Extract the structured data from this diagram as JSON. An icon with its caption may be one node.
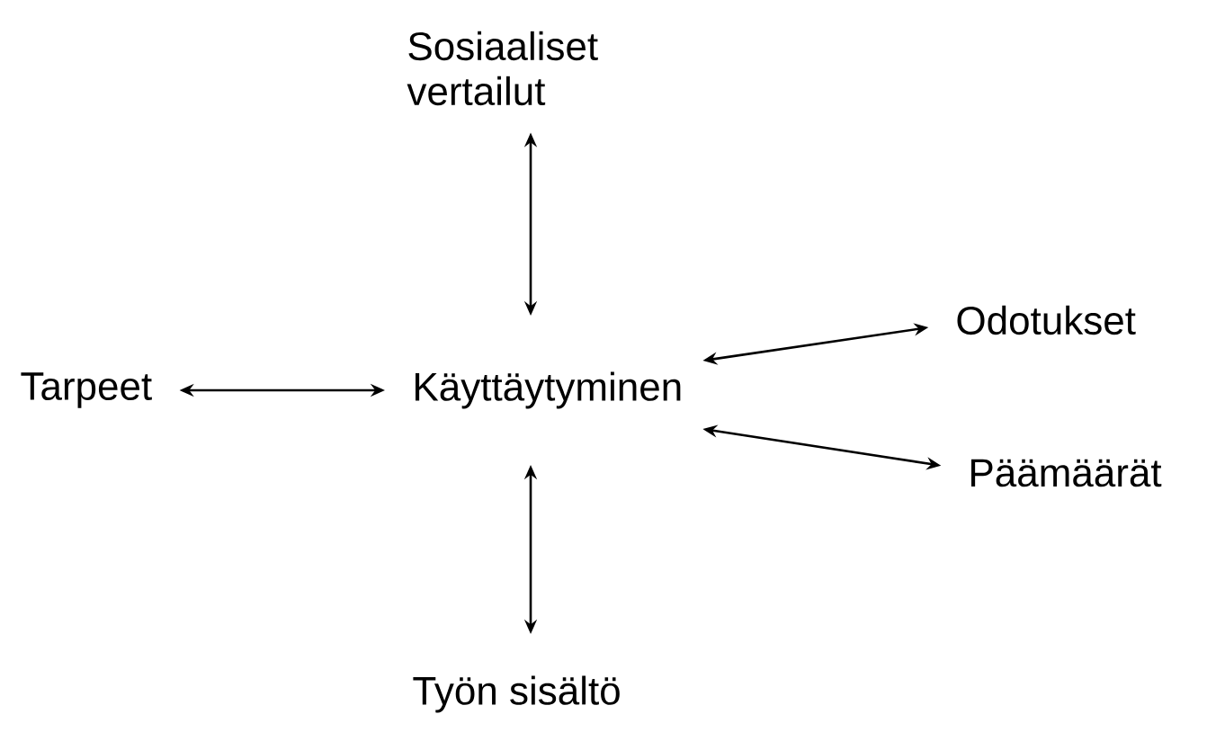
{
  "diagram": {
    "nodes": [
      {
        "text": [
          "Sosiaaliset vertailut"
        ]
      },
      {
        "text": [
          "Tarpeet"
        ]
      },
      {
        "text": [
          "Käyttäytyminen"
        ]
      },
      {
        "text": [
          "Odotukset"
        ]
      },
      {
        "text": [
          "Päämäärät"
        ]
      },
      {
        "text": [
          "Työn sisältö"
        ]
      }
    ],
    "edges": [
      {
        "from": 0,
        "to": 2,
        "arrow": "both"
      },
      {
        "from": 1,
        "to": 2,
        "arrow": "both"
      },
      {
        "from": 2,
        "to": 3,
        "arrow": "both"
      },
      {
        "from": 2,
        "to": 4,
        "arrow": "both"
      },
      {
        "from": 2,
        "to": 5,
        "arrow": "both"
      }
    ]
  }
}
